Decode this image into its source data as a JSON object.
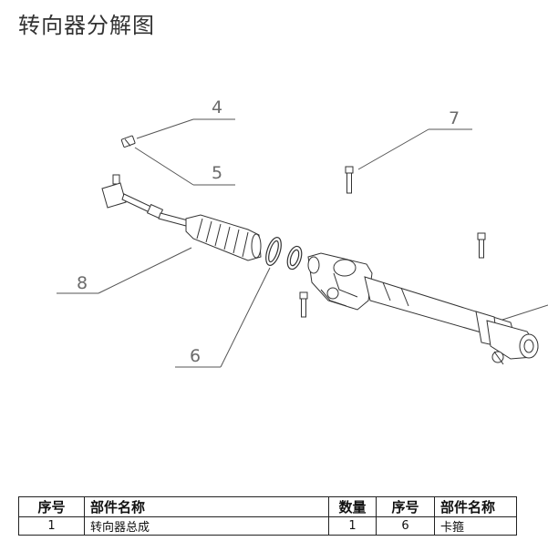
{
  "page": {
    "title": "转向器分解图"
  },
  "callouts": {
    "c4": "4",
    "c5": "5",
    "c7": "7",
    "c8": "8",
    "c6": "6"
  },
  "table": {
    "headers": [
      "序号",
      "部件名称",
      "数量",
      "序号",
      "部件名称"
    ],
    "rows": [
      [
        "1",
        "转向器总成",
        "1",
        "6",
        "卡箍"
      ]
    ]
  }
}
